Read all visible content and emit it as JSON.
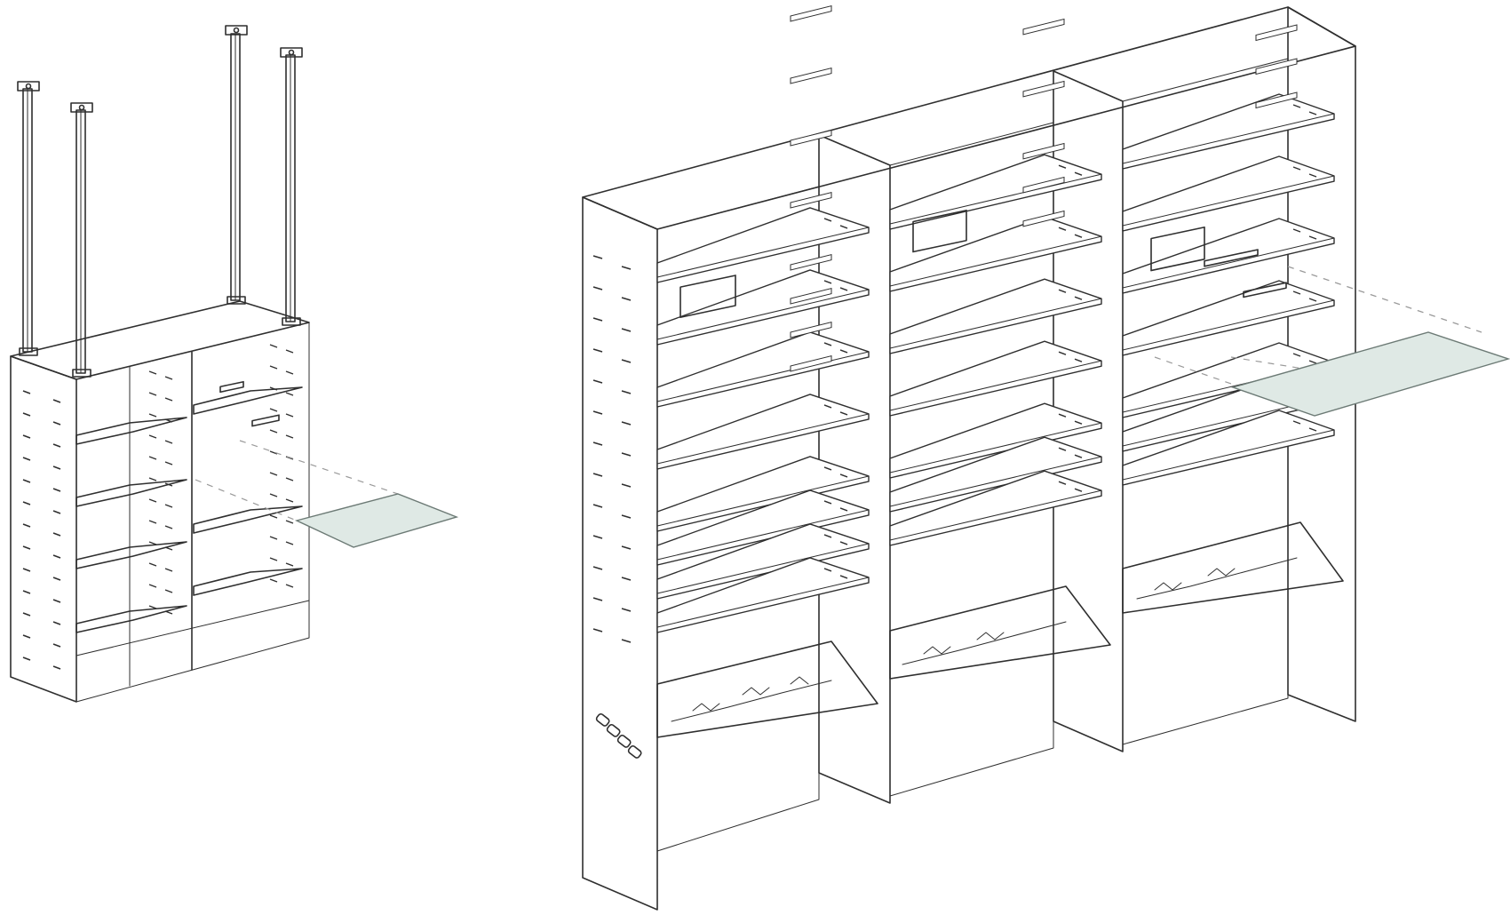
{
  "colors": {
    "background": "#ffffff",
    "line": "#2f2f2f",
    "hidden_line": "#9a9a9a",
    "panel_fill": "#ffffff",
    "glass_fill": "#dfe9e5",
    "glass_stroke": "#6c7a75"
  },
  "figures": [
    {
      "kind": "ceiling-hung double shelving unit",
      "shelf_levels": 4,
      "bays": 2,
      "suspension_rods": 4,
      "exploded_glass_shelf": true
    },
    {
      "kind": "triple-bay wall shelving unit",
      "bays": 3,
      "shelf_levels": [
        8,
        7,
        7
      ],
      "inclined_display_shelves": 3,
      "exploded_glass_shelf": true
    }
  ]
}
